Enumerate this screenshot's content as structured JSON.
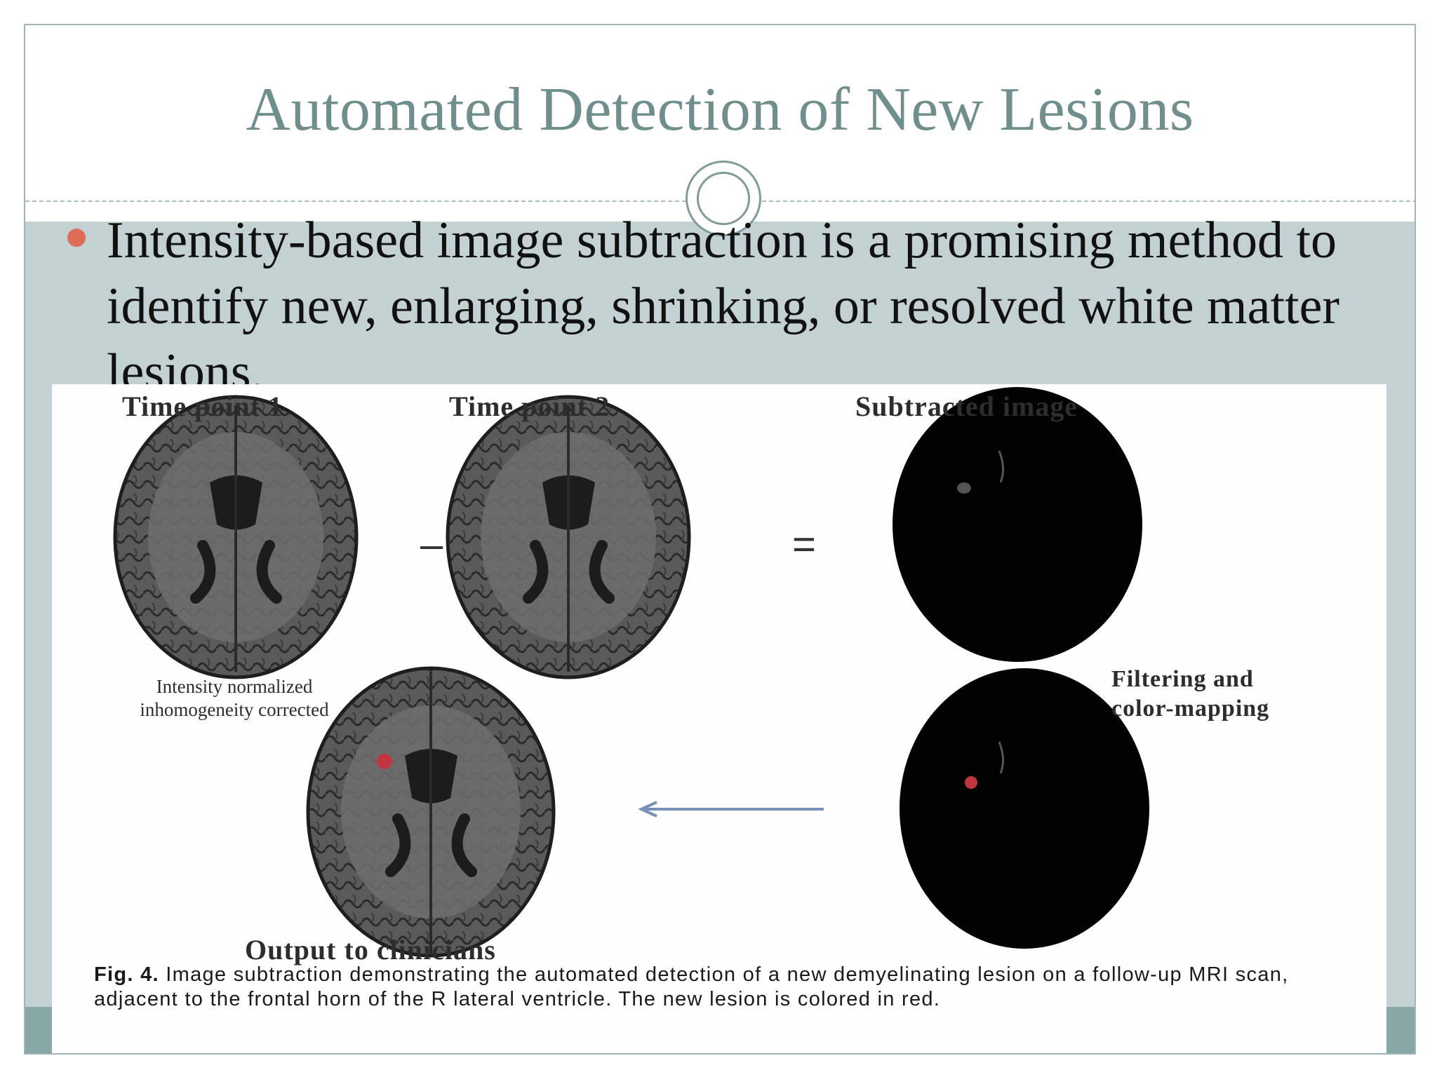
{
  "slide": {
    "title": "Automated Detection of New Lesions",
    "bullet": "Intensity-based image subtraction is a promising method to identify new, enlarging, shrinking, or resolved white matter lesions."
  },
  "figure": {
    "col1_label": "Time point 1",
    "col2_label": "Time point 2",
    "col3_label": "Subtracted image",
    "minus_symbol": "–",
    "equals_symbol": "=",
    "note_line1": "Intensity normalized",
    "note_line2": "inhomogeneity corrected",
    "filter_line1": "Filtering and",
    "filter_line2": "color-mapping",
    "output_label": "Output to clinicians",
    "caption_prefix": "Fig. 4.",
    "caption_text": "Image subtraction demonstrating the automated detection of a new demyelinating lesion on a follow-up MRI scan, adjacent to the frontal horn of the R lateral ventricle. The new lesion is colored in red.",
    "lesion_color": "#c0353f",
    "arrow_color": "#7a8fb8"
  }
}
